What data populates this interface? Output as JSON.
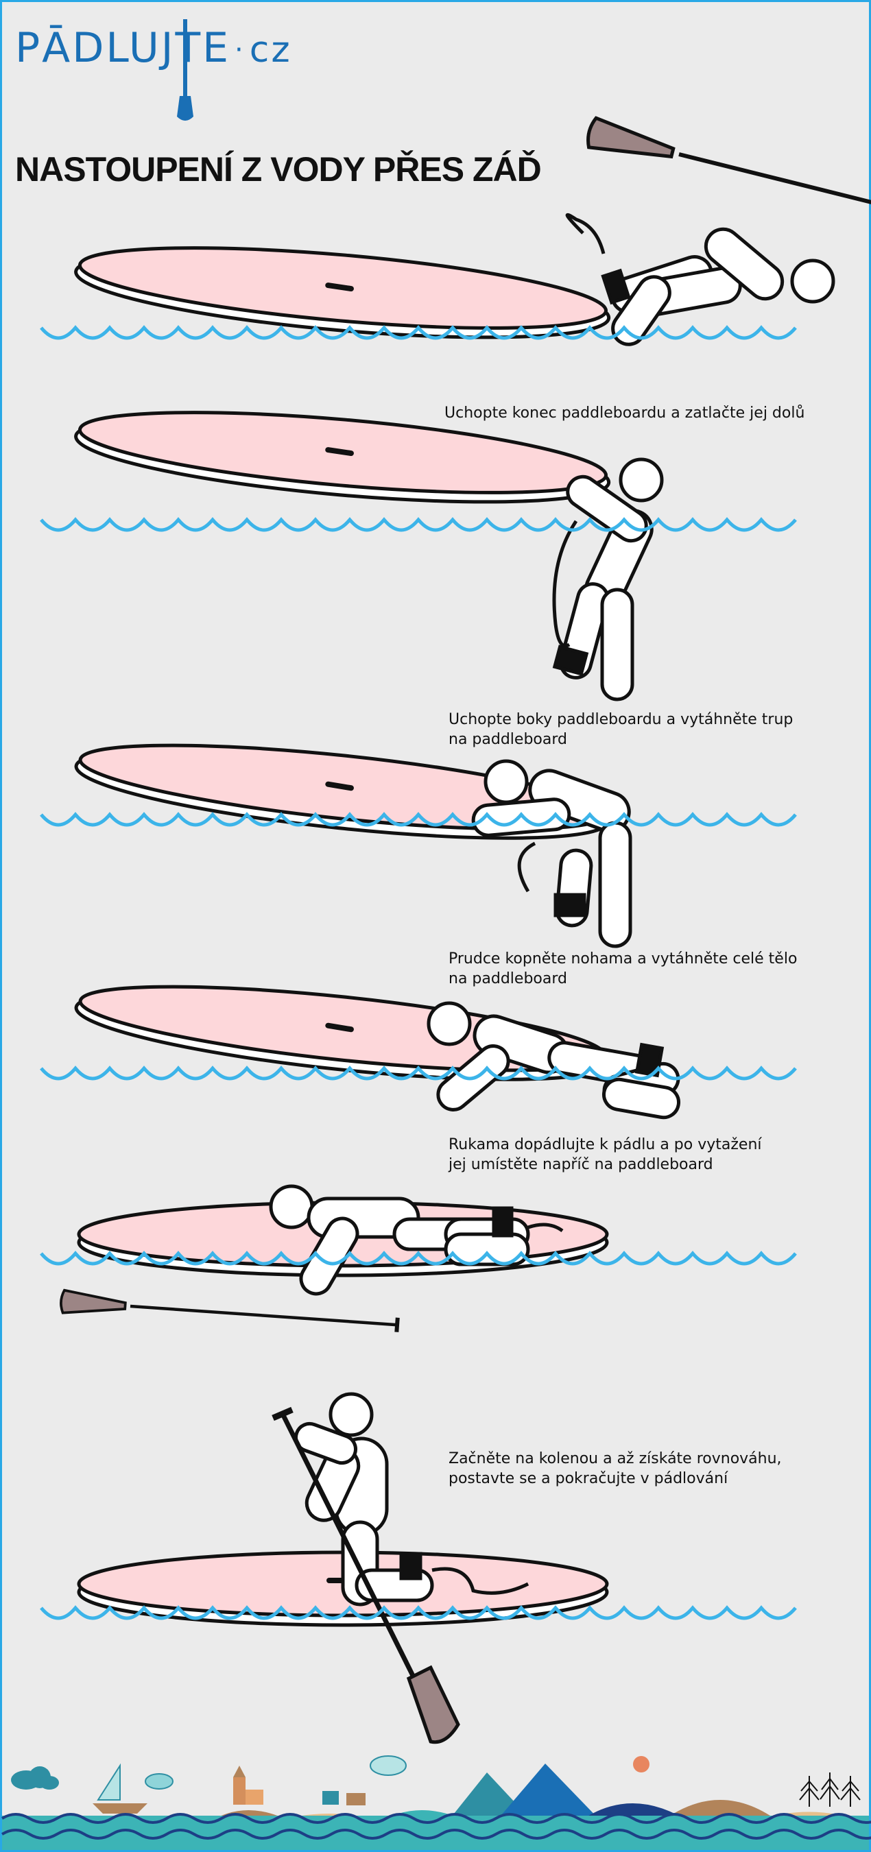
{
  "logo": {
    "text": "PĀDLUJTE",
    "domain": "cz"
  },
  "title": "NASTOUPENÍ Z VODY PŘES ZÁĎ",
  "steps": [
    {
      "caption": "Uchopte konec paddleboardu a zatlačte jej dolů"
    },
    {
      "caption": "Uchopte boky paddleboardu a vytáhněte trup\nna paddleboard"
    },
    {
      "caption": "Prudce kopněte nohama a vytáhněte celé tělo\nna paddleboard"
    },
    {
      "caption": "Rukama dopádlujte k pádlu a po vytažení\njej umístěte napříč na paddleboard"
    },
    {
      "caption": "Začněte na kolenou a až získáte rovnováhu,\npostavte se a pokračujte v pádlování"
    }
  ],
  "colors": {
    "accent": "#29a8e6",
    "brand": "#1a6fb5",
    "board": "#fdd7da",
    "paddle": "#9c8585",
    "water": "#3cb4e9"
  }
}
